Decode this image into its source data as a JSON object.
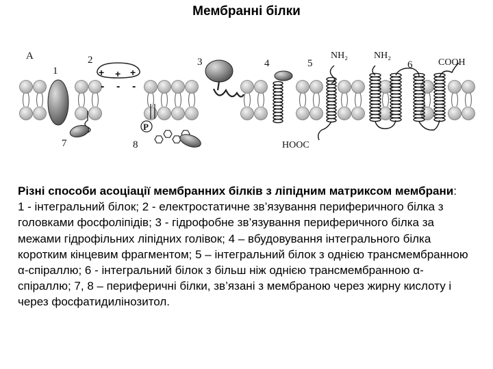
{
  "title": "Мембранні білки",
  "figure": {
    "panel_label": "A",
    "numbers": [
      "1",
      "2",
      "3",
      "4",
      "5",
      "6",
      "7",
      "8"
    ],
    "terminals": {
      "nh2_a": "NH₂",
      "nh2_b": "NH₂",
      "cooh": "COOH",
      "hooc": "HOOC"
    },
    "charges": {
      "plus": "+",
      "minus": "-"
    },
    "phosphate": "P"
  },
  "caption": {
    "lead": "Різні способи асоціації мембранних білків з ліпідним матриксом мембрани",
    "colon": ":",
    "body": "1 - інтегральний білок; 2 - електростатичне зв’язування периферичного білка з головками фосфоліпідів; 3 - гідрофобне зв’язування периферичного білка за межами гідрофільних ліпідних голівок; 4 – вбудовування інтегрального білка коротким кінцевим фрагментом; 5 – інтегральний білок з однією трансмембранною α-спіраллю; 6 - інтегральний білок з більш ніж однією трансмембранною α-спіраллю; 7, 8 – периферичні білки, зв’язані з мембраною через жирну кислоту і через фосфатидилінозитол."
  },
  "colors": {
    "head": "#cfcfcf",
    "protein": "#9a9a9a",
    "line": "#222222"
  }
}
